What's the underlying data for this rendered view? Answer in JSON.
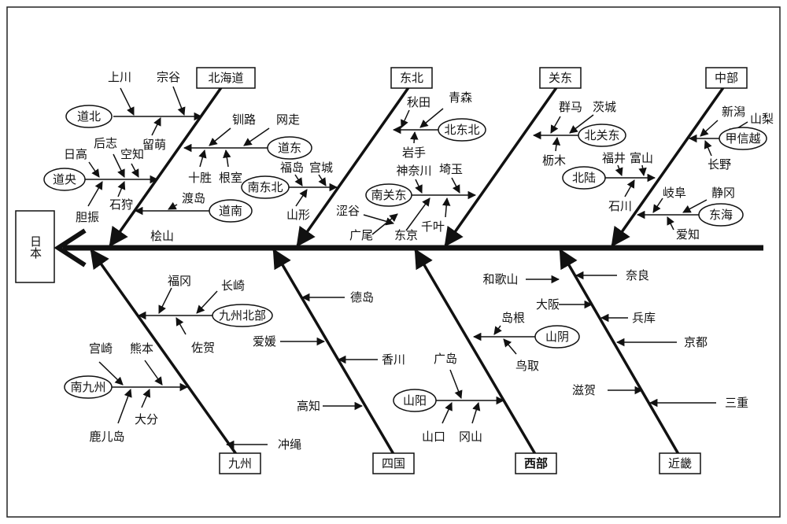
{
  "head": "日本",
  "regions": {
    "hokkaido": "北海道",
    "tohoku": "东北",
    "kanto": "关东",
    "chubu": "中部",
    "kyushu": "九州",
    "shikoku": "四国",
    "seibu": "西部",
    "kinki": "近畿"
  },
  "subregions": {
    "dohoku": "道北",
    "doo": "道央",
    "doto": "道东",
    "donan": "道南",
    "minami_tohoku": "南东北",
    "kita_tohoku": "北东北",
    "minami_kanto": "南关东",
    "kita_kanto": "北关东",
    "hokuriku": "北陆",
    "koshinetsu": "甲信越",
    "tokai": "东海",
    "kyushu_north": "九州北部",
    "minami_kyushu": "南九州",
    "sanyo": "山阳",
    "sanin": "山阴"
  },
  "prefs": {
    "kamikawa": "上川",
    "soya": "宗谷",
    "rumoi": "留萌",
    "hidaka": "日高",
    "shiribeshi": "后志",
    "sorachi": "空知",
    "ishikari": "石狩",
    "iburi": "胆振",
    "kushiro": "钏路",
    "abashiri": "网走",
    "tokachi": "十胜",
    "nemuro": "根室",
    "oshima": "渡岛",
    "hiyama": "桧山",
    "fukushima": "福岛",
    "miyagi": "宫城",
    "yamagata": "山形",
    "akita": "秋田",
    "aomori": "青森",
    "iwate": "岩手",
    "kanagawa": "神奈川",
    "saitama": "埼玉",
    "shibuya": "涩谷",
    "hiroo": "广尾",
    "tokyo": "东京",
    "chiba": "千叶",
    "gunma": "群马",
    "ibaraki": "茨城",
    "tochigi": "枥木",
    "fukui": "福井",
    "toyama": "富山",
    "ishikawa": "石川",
    "niigata": "新潟",
    "yamanashi": "山梨",
    "nagano": "长野",
    "gifu": "岐阜",
    "shizuoka": "静冈",
    "aichi": "爱知",
    "fukuoka": "福冈",
    "nagasaki": "长崎",
    "saga": "佐贺",
    "miyazaki": "宫崎",
    "kumamoto": "熊本",
    "oita": "大分",
    "kagoshima": "鹿儿岛",
    "okinawa": "冲绳",
    "tokushima": "德岛",
    "ehime": "爱媛",
    "kagawa": "香川",
    "kochi": "高知",
    "hiroshima": "广岛",
    "yamaguchi": "山口",
    "okayama": "冈山",
    "shimane": "岛根",
    "tottori": "鸟取",
    "wakayama": "和歌山",
    "osaka": "大阪",
    "nara": "奈良",
    "hyogo": "兵库",
    "kyoto": "京都",
    "shiga": "滋贺",
    "mie": "三重"
  }
}
